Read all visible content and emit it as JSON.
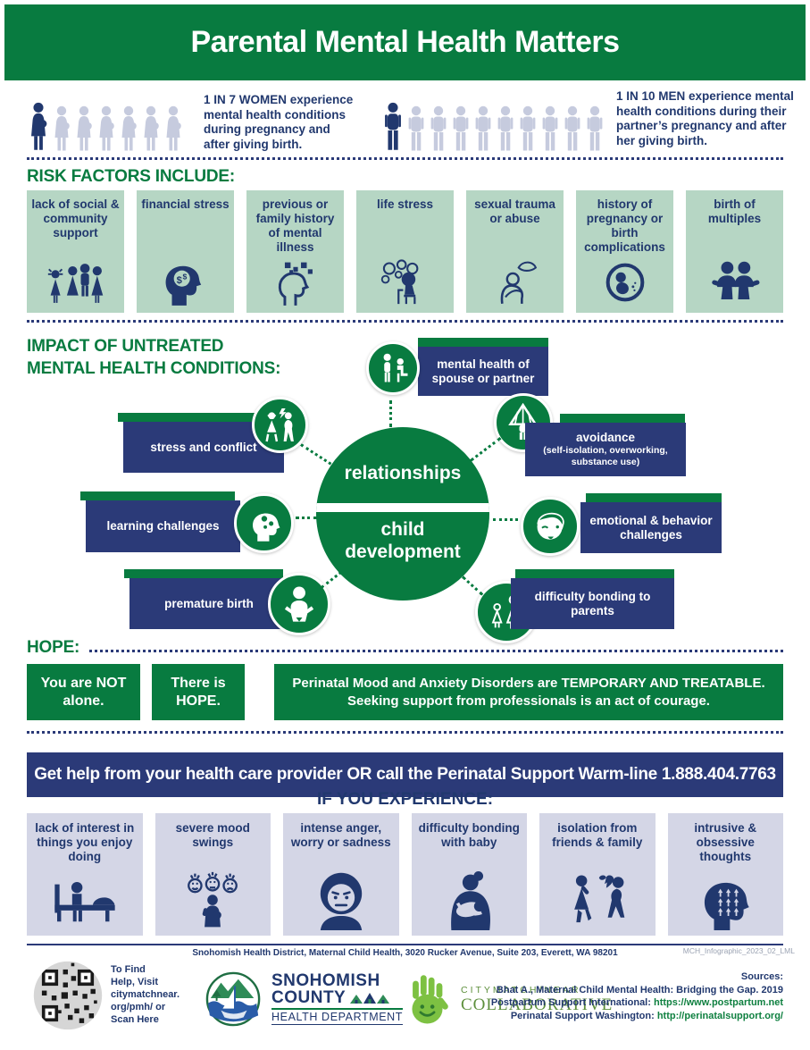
{
  "title": "Parental Mental Health Matters",
  "colors": {
    "green": "#087b40",
    "light_green": "#b6d6c4",
    "navy": "#21386e",
    "navy_box": "#2b3a78",
    "lavender": "#d4d6e6",
    "figure_light": "#c6cbde",
    "url_green": "#0f8040",
    "citymatch_green": "#5d8f3c",
    "gray": "#9aa2b2"
  },
  "stats": {
    "women": {
      "text": "1 IN 7 WOMEN experience mental health conditions during pregnancy and after giving birth.",
      "total": 7,
      "highlighted": 1
    },
    "men": {
      "text": "1 IN 10 MEN experience mental health conditions during their partner’s pregnancy and after her giving birth.",
      "total": 10,
      "highlighted": 1
    }
  },
  "risk": {
    "heading": "RISK FACTORS INCLUDE:",
    "items": [
      {
        "label": "lack of social & community support",
        "icon": "crying-person-group-icon"
      },
      {
        "label": "financial stress",
        "icon": "head-money-brain-icon"
      },
      {
        "label": "previous or family history of mental illness",
        "icon": "head-pixels-icon"
      },
      {
        "label": "life stress",
        "icon": "person-thought-bubbles-icon"
      },
      {
        "label": "sexual trauma or abuse",
        "icon": "hunched-person-hand-icon"
      },
      {
        "label": "history of pregnancy or birth complications",
        "icon": "fetus-circle-icon"
      },
      {
        "label": "birth of multiples",
        "icon": "twins-icon"
      }
    ]
  },
  "impact": {
    "heading_line1": "IMPACT OF UNTREATED",
    "heading_line2": "MENTAL HEALTH CONDITIONS:",
    "center_top": "relationships",
    "center_bottom": "child development",
    "spokes": [
      {
        "label": "mental health of spouse or partner",
        "icon": "caregiver-icon"
      },
      {
        "label": "stress and conflict",
        "icon": "arguing-couple-icon"
      },
      {
        "label": "avoidance",
        "sublabel": "(self-isolation, overworking, substance use)",
        "icon": "veiled-person-icon"
      },
      {
        "label": "learning challenges",
        "icon": "head-gears-icon"
      },
      {
        "label": "emotional & behavior challenges",
        "icon": "child-face-icon"
      },
      {
        "label": "premature birth",
        "icon": "baby-icon"
      },
      {
        "label": "difficulty bonding to parents",
        "icon": "mother-child-icon"
      }
    ]
  },
  "hope": {
    "heading": "HOPE:",
    "box1": "You are NOT alone.",
    "box2": "There is HOPE.",
    "box3": "Perinatal Mood and Anxiety Disorders are TEMPORARY AND TREATABLE. Seeking support from professionals is an act of courage."
  },
  "helpline": "Get help from your health care provider OR call the Perinatal Support Warm-line 1.888.404.7763",
  "experience": {
    "heading": "IF YOU EXPERIENCE:",
    "items": [
      {
        "label": "lack of interest in things you enjoy doing",
        "icon": "person-on-bed-icon"
      },
      {
        "label": "severe mood swings",
        "icon": "mood-faces-icon"
      },
      {
        "label": "intense anger, worry or sadness",
        "icon": "angry-face-icon"
      },
      {
        "label": "difficulty bonding with baby",
        "icon": "mother-nursing-icon"
      },
      {
        "label": "isolation from friends & family",
        "icon": "broken-heart-people-icon"
      },
      {
        "label": "intrusive & obsessive thoughts",
        "icon": "head-arrows-icon"
      }
    ]
  },
  "footer": {
    "address": "Snohomish Health District, Maternal Child Health, 3020 Rucker Avenue, Suite 203, Everett, WA 98201",
    "doc_id": "MCH_Infographic_2023_02_LML",
    "qr_note_line1": "To Find",
    "qr_note_line2": "Help, Visit",
    "qr_note_line3": "citymatchnear.",
    "qr_note_line4": "org/pmh/ or",
    "qr_note_line5": "Scan Here",
    "snohomish_line1": "SNOHOMISH",
    "snohomish_line2": "COUNTY",
    "snohomish_line3": "HEALTH DEPARTMENT",
    "citymatch_line1": "CITYMATCH/NEAR",
    "citymatch_line2": "COLLABORATIVE",
    "sources_heading": "Sources:",
    "source1": "Bhat A., Maternal Child Mental Health: Bridging the Gap. 2019",
    "source2_label": "Postpartum Support International: ",
    "source2_url": "https://www.postpartum.net",
    "source3_label": "Perinatal Support Washington: ",
    "source3_url": "http://perinatalsupport.org/"
  }
}
